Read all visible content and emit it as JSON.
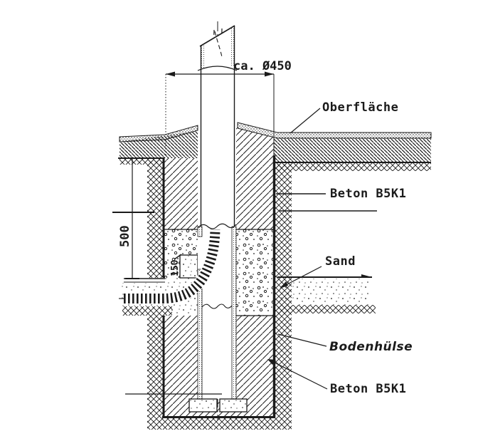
{
  "colors": {
    "ink": "#1b1b1b",
    "paper": "#ffffff"
  },
  "labels": {
    "diameter_dim": "ca. Ø450",
    "surface": "Oberfläche",
    "concrete_upper": "Beton B5K1",
    "sand": "Sand",
    "ground_sleeve": "Bodenhülse",
    "concrete_lower": "Beton B5K1",
    "depth_dim": "500",
    "block_dim": "150"
  }
}
